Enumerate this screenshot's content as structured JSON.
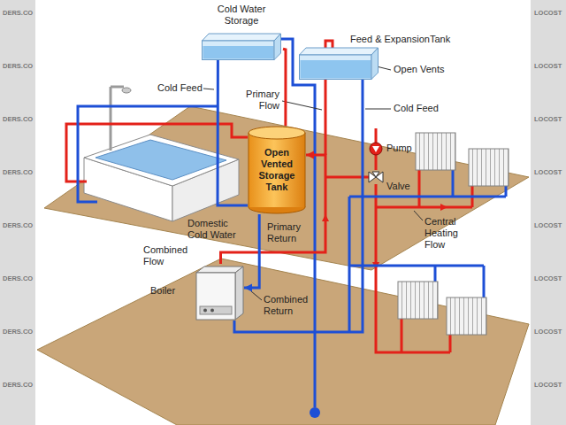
{
  "diagram": {
    "nodes": [
      {
        "text": [
          "Cold Water Storage"
        ]
      },
      {
        "text": [
          "Feed & ExpansionTank"
        ]
      },
      {
        "text": [
          "Open Vented Storage Tank"
        ]
      },
      {
        "text": [
          "Boiler"
        ]
      }
    ],
    "edges": [
      {
        "from": 0,
        "to": 2,
        "arrow": "none"
      },
      {
        "from": 3,
        "to": 2,
        "arrow": "to"
      },
      {
        "from": 2,
        "to": 3,
        "arrow": "to"
      },
      {
        "from": 1,
        "to": 3,
        "arrow": "none"
      },
      {
        "from": 2,
        "to": 0,
        "arrow": "none"
      }
    ],
    "labels": [
      "Cold Feed",
      "Open Vents",
      "Primary Flow",
      "Cold Feed",
      "Pump",
      "Valve",
      "Domestic Cold Water",
      "Primary Return",
      "Central Heating Flow",
      "Combined Flow",
      "Combined Return",
      "DERS.CO",
      "DERS.CO",
      "DERS.CO",
      "DERS.CO",
      "DERS.CO",
      "DERS.CO",
      "DERS.CO",
      "DERS.CO",
      "LOCOST",
      "LOCOST",
      "LOCOST",
      "LOCOST",
      "LOCOST",
      "LOCOST",
      "LOCOST",
      "LOCOST"
    ]
  }
}
